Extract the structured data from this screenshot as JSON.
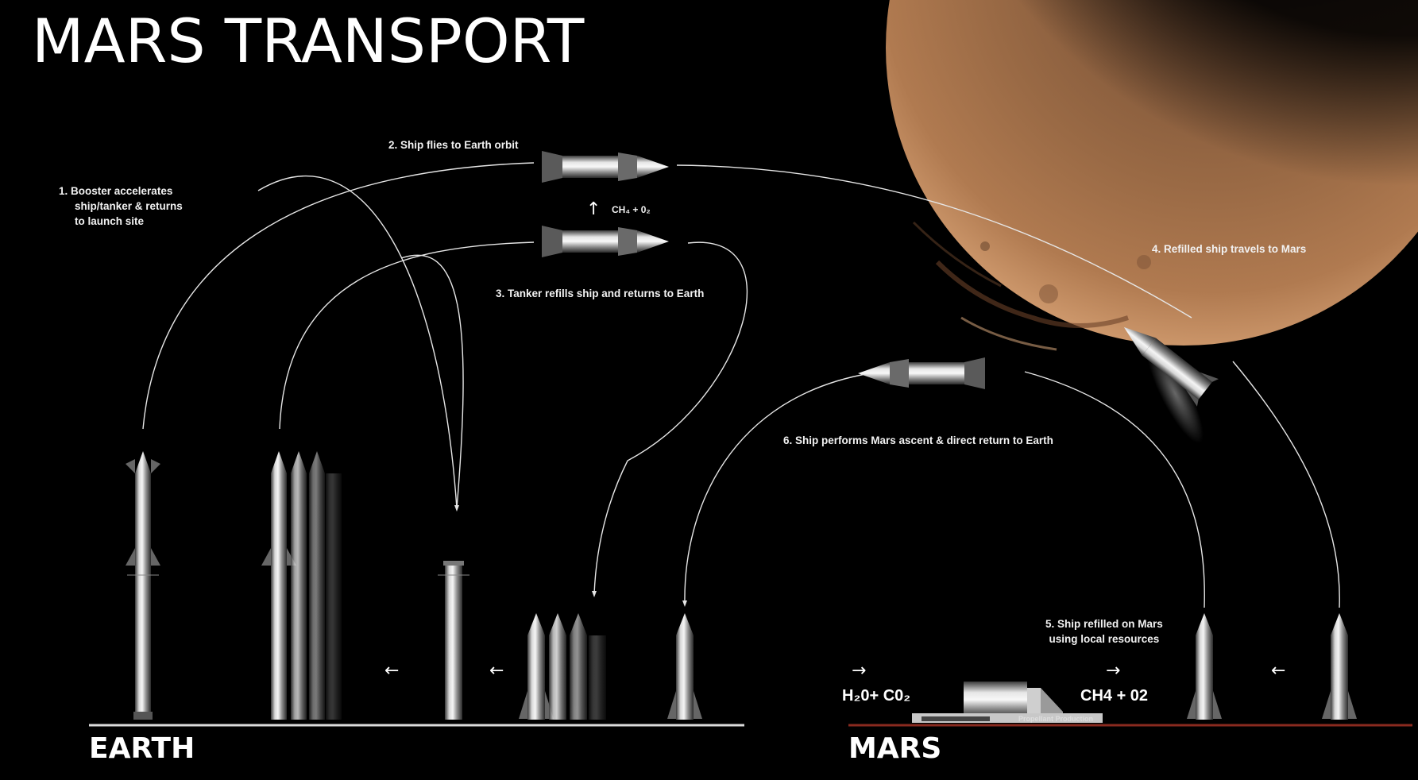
{
  "title": "MARS TRANSPORT",
  "steps": {
    "step1": [
      "1.  Booster accelerates",
      "ship/tanker & returns",
      "to launch site"
    ],
    "step2": "2. Ship flies to Earth orbit",
    "step3": "3. Tanker refills ship and returns to Earth",
    "step4": "4. Refilled ship travels to Mars",
    "step5": [
      "5. Ship refilled on Mars",
      "using local resources"
    ],
    "step6": "6. Ship performs Mars ascent & direct return to Earth"
  },
  "propellant_transfer": "CH₄ + 0₂",
  "inputs": "H₂0+ C0₂",
  "outputs": "CH4 + 02",
  "plant_label": "Propellant Production",
  "ground": {
    "earth": "EARTH",
    "mars": "MARS"
  },
  "icons": {
    "up_arrow": "↑",
    "left_arrow": "←",
    "right_arrow": "→"
  },
  "colors": {
    "background": "#000000",
    "earth_ground": "#d9d9d9",
    "mars_ground": "#8a2a1f",
    "mars_surface": "#9a6a45",
    "path_line": "#e6e6e6"
  }
}
